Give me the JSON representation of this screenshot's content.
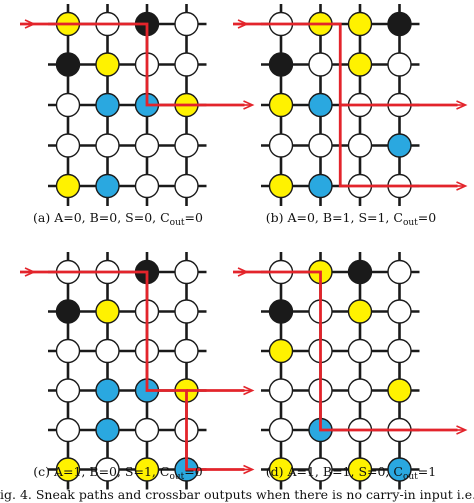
{
  "colors": {
    "grid": "#1a1a1a",
    "path": "#e3242b",
    "empty": "#ffffff",
    "yellow": "#fff200",
    "blue": "#2aa8e0",
    "black": "#1a1a1a"
  },
  "legend_codes": {
    "0": "empty",
    "1": "yellow",
    "2": "blue",
    "3": "black"
  },
  "panels": [
    {
      "id": "a",
      "caption": {
        "prefix": "(a) A=0, B=0, S=0, C",
        "sub": "out",
        "suffix": "=0"
      },
      "grid": [
        [
          1,
          0,
          3,
          0
        ],
        [
          3,
          1,
          0,
          0
        ],
        [
          0,
          2,
          2,
          1
        ],
        [
          0,
          0,
          0,
          0
        ],
        [
          1,
          2,
          0,
          0
        ]
      ],
      "path": [
        [
          -1,
          0,
          "in"
        ],
        [
          2,
          0
        ],
        [
          2,
          2
        ],
        [
          4,
          2,
          "out"
        ]
      ]
    },
    {
      "id": "b",
      "caption": {
        "prefix": "(b) A=0, B=1, S=1, C",
        "sub": "out",
        "suffix": "=0"
      },
      "grid": [
        [
          0,
          1,
          1,
          3
        ],
        [
          3,
          0,
          1,
          0
        ],
        [
          1,
          2,
          0,
          0
        ],
        [
          0,
          0,
          0,
          2
        ],
        [
          1,
          2,
          0,
          0
        ]
      ],
      "path": [
        [
          -1,
          0,
          "in"
        ],
        [
          1.5,
          0
        ],
        [
          1.5,
          4
        ],
        [
          4,
          4,
          "out"
        ]
      ],
      "branch": [
        [
          1.5,
          2
        ],
        [
          4,
          2,
          "out"
        ]
      ]
    },
    {
      "id": "c",
      "caption": {
        "prefix": "(c) A=1, B=0, S=1, C",
        "sub": "out",
        "suffix": "=0"
      },
      "grid": [
        [
          0,
          0,
          3,
          0
        ],
        [
          3,
          1,
          0,
          0
        ],
        [
          0,
          0,
          0,
          0
        ],
        [
          0,
          2,
          2,
          1
        ],
        [
          0,
          2,
          0,
          0
        ],
        [
          1,
          0,
          1,
          2
        ]
      ],
      "path": [
        [
          -1,
          0,
          "in"
        ],
        [
          2,
          0
        ],
        [
          2,
          3
        ],
        [
          3,
          3
        ],
        [
          3,
          5
        ],
        [
          4,
          5,
          "out"
        ]
      ],
      "branch": [
        [
          3,
          3
        ],
        [
          4,
          3,
          "out"
        ]
      ]
    },
    {
      "id": "d",
      "caption": {
        "prefix": "(d) A=1, B=1, S=0, C",
        "sub": "out",
        "suffix": "=1"
      },
      "grid": [
        [
          0,
          1,
          3,
          0
        ],
        [
          3,
          0,
          1,
          0
        ],
        [
          1,
          0,
          0,
          0
        ],
        [
          0,
          0,
          0,
          1
        ],
        [
          0,
          2,
          0,
          0
        ],
        [
          1,
          0,
          1,
          2
        ]
      ],
      "path": [
        [
          -1,
          0,
          "in"
        ],
        [
          1,
          0
        ],
        [
          1,
          4
        ],
        [
          4,
          4,
          "out"
        ]
      ]
    }
  ],
  "figure_caption": "ig. 4.  Sneak paths and crossbar outputs when there is no carry-in input i.e."
}
